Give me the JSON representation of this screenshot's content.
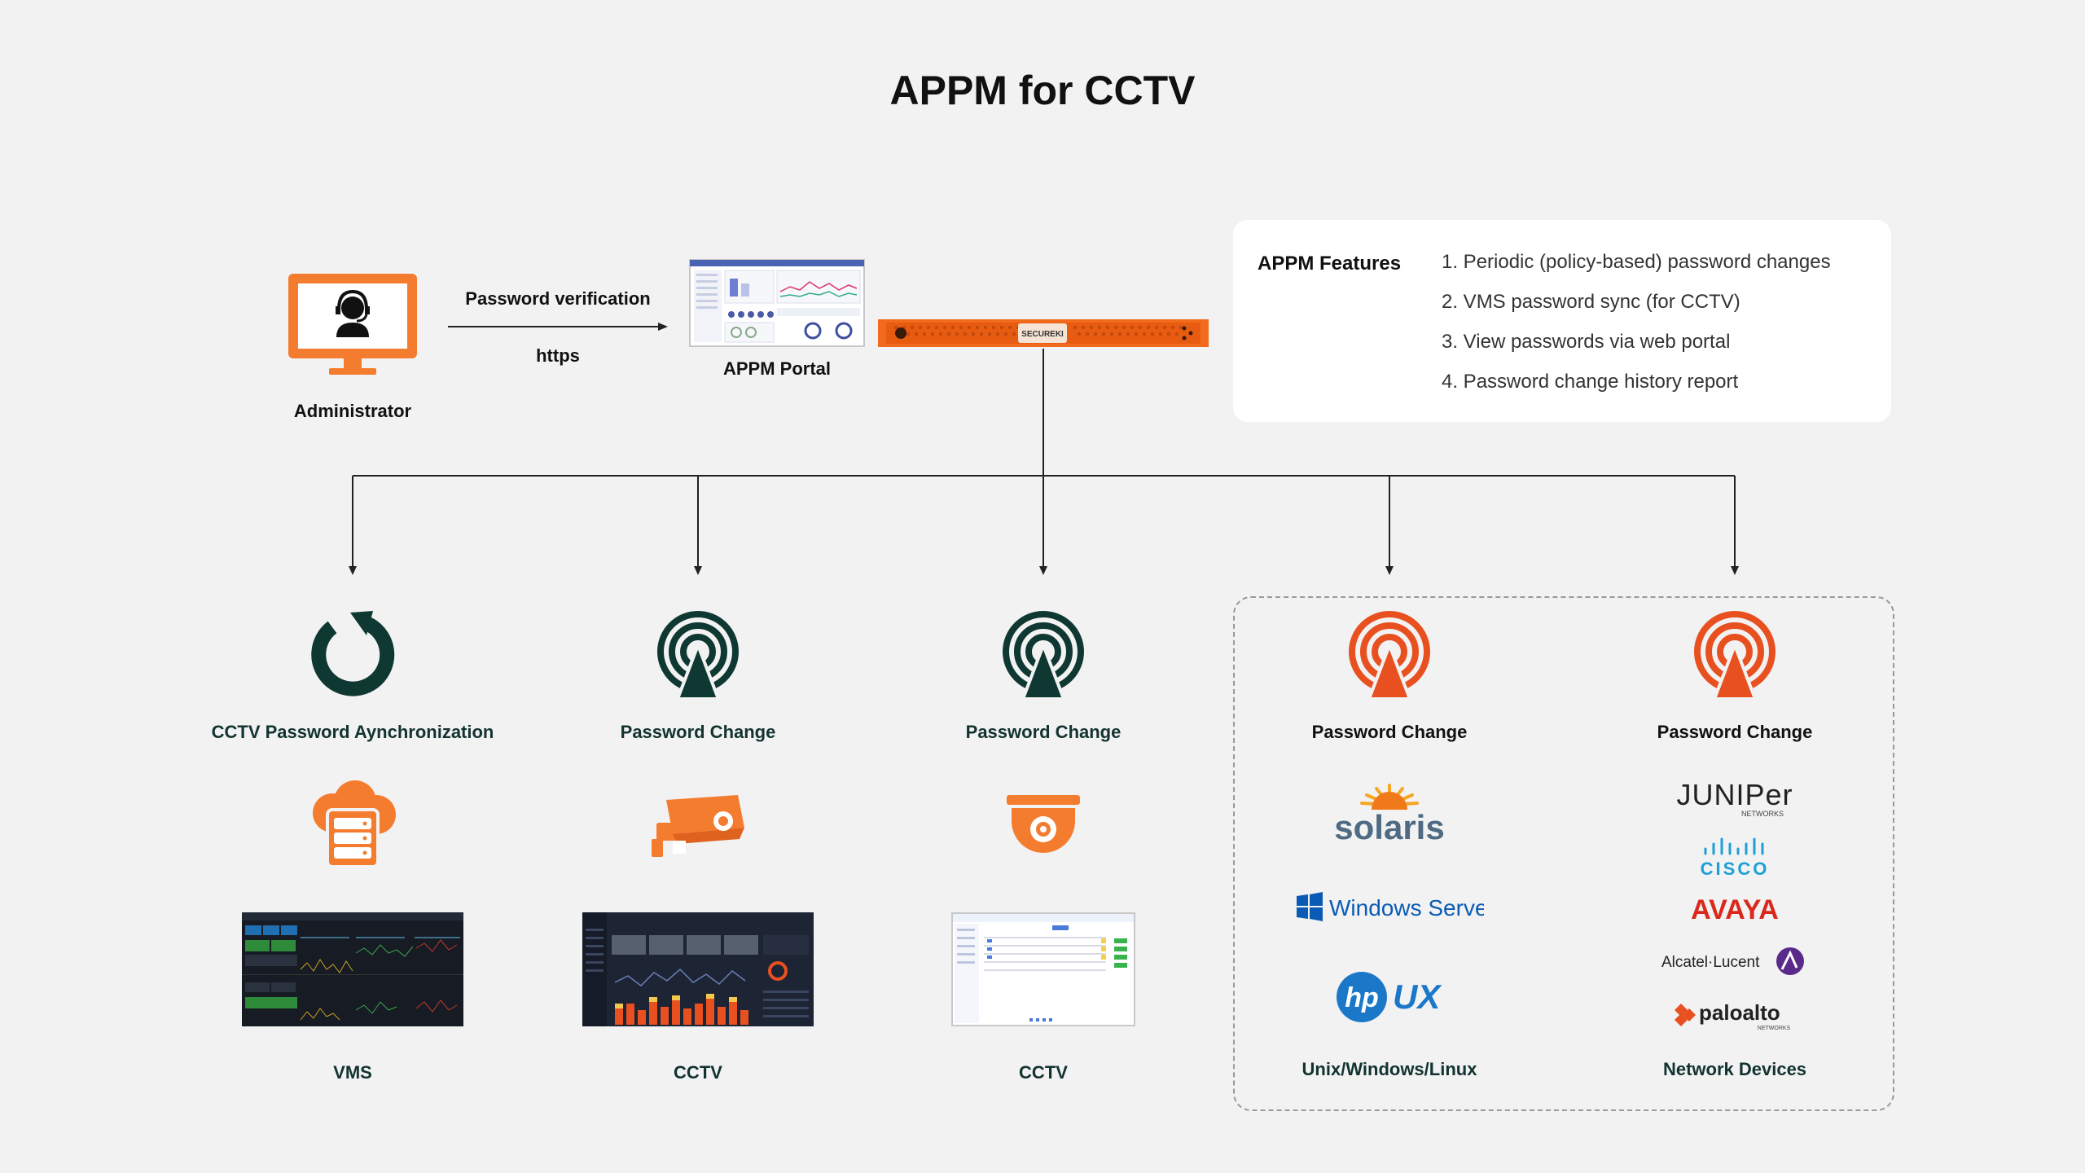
{
  "title": "APPM for CCTV",
  "administrator_label": "Administrator",
  "arrow_top_label": "Password verification",
  "arrow_bottom_label": "https",
  "portal_label": "APPM Portal",
  "appliance_brand": "SECUREKI",
  "features": {
    "title": "APPM Features",
    "items": [
      "1. Periodic (policy-based) password changes",
      "2. VMS password sync (for CCTV)",
      "3. View passwords via web portal",
      "4. Password change history report"
    ]
  },
  "columns": [
    {
      "action": "CCTV Password Aynchronization",
      "bottom": "VMS"
    },
    {
      "action": "Password Change",
      "bottom": "CCTV"
    },
    {
      "action": "Password Change",
      "bottom": "CCTV"
    },
    {
      "action": "Password Change",
      "bottom": "Unix/Windows/Linux"
    },
    {
      "action": "Password Change",
      "bottom": "Network Devices"
    }
  ],
  "logos": {
    "solaris": "solaris",
    "windows": "Windows Server",
    "hpux": "UX",
    "hp": "hp",
    "juniper": "JUNIPer",
    "juniper_sub": "NETWORKS",
    "cisco": "CISCO",
    "avaya": "AVAYA",
    "alcatel": "Alcatel·Lucent",
    "paloalto": "paloalto",
    "paloalto_sub": "NETWORKS"
  },
  "colors": {
    "orange": "#f47c2f",
    "red_orange": "#e8501f",
    "dark_teal": "#0f3832",
    "cisco_blue": "#1ba0d7",
    "avaya_red": "#da291c",
    "windows_blue": "#0a5bb5"
  }
}
